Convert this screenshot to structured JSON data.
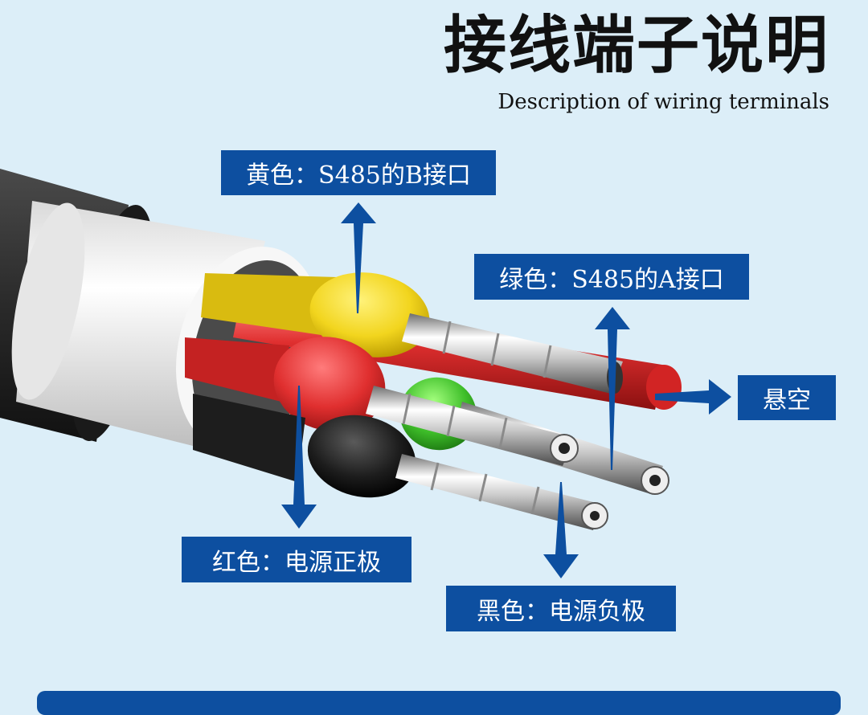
{
  "header": {
    "title": "接线端子说明",
    "subtitle": "Description of wiring terminals"
  },
  "labels": {
    "yellow": "黄色：S485的B接口",
    "green": "绿色：S485的A接口",
    "none": "悬空",
    "red": "红色：电源正极",
    "black": "黑色：电源负极"
  },
  "colors": {
    "background": "#dceef8",
    "label_box": "#0d4fa0",
    "yellow_wire": "#f2d51e",
    "green_wire": "#3fbf2a",
    "red_wire": "#e02f2f",
    "black_wire": "#1d1d1d",
    "sheath": "#f4f4f4",
    "outer_jacket": "#2a2a2a"
  }
}
